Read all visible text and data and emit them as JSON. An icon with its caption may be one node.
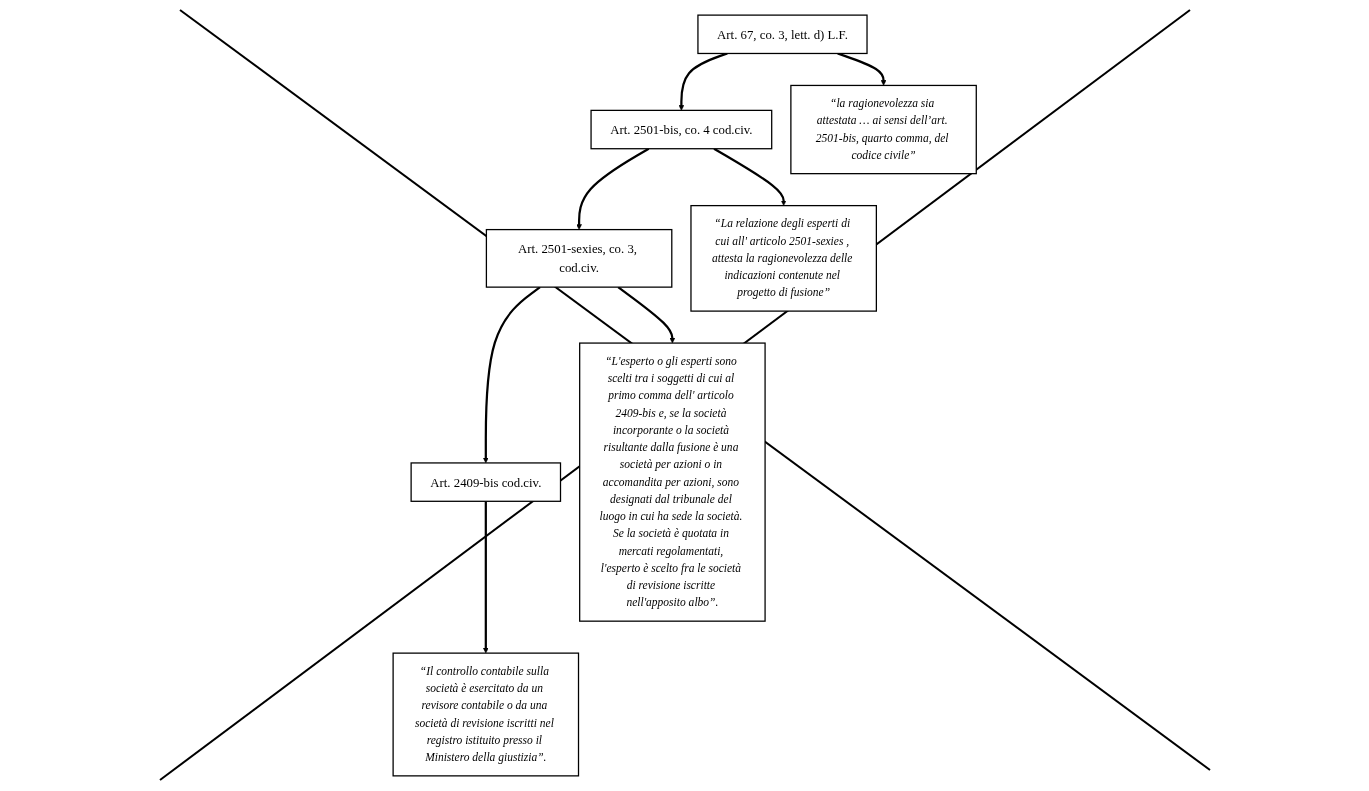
{
  "diagram": {
    "nodes": [
      {
        "text": [
          "Art. 67, co. 3, lett. d) L.F."
        ]
      },
      {
        "text": [
          "Art. 2501-bis, co. 4 cod.civ."
        ]
      },
      {
        "text": [
          "Art. 2501-sexies, co. 3, cod.civ."
        ]
      },
      {
        "text": [
          "Art. 2409-bis cod.civ."
        ]
      },
      {
        "text": [
          "“la ragionevolezza sia attestata … ai sensi dell’art. 2501-bis, quarto comma, del codice civile”"
        ]
      },
      {
        "text": [
          "“La relazione degli esperti di cui all' articolo 2501-sexies , attesta la ragionevolezza delle indicazioni contenute nel progetto di fusione”"
        ]
      },
      {
        "text": [
          "“L'esperto o gli esperti sono scelti tra i soggetti di cui al primo comma dell' articolo 2409-bis e, se la società incorporante o la società risultante dalla fusione è una società per azioni o in accomandita per azioni, sono designati dal tribunale del luogo in cui ha sede la società. Se la società è quotata in mercati regolamentati, l'esperto è scelto fra le società di revisione iscritte nell'apposito albo”."
        ]
      },
      {
        "text": [
          "“Il controllo contabile sulla società è esercitato da un revisore contabile o da una società di revisione iscritti nel registro istituito presso il Ministero della giustizia”."
        ]
      }
    ],
    "edges": [
      {
        "from": 0,
        "to": 1,
        "arrow": "to"
      },
      {
        "from": 1,
        "to": 2,
        "arrow": "to"
      },
      {
        "from": 2,
        "to": 3,
        "arrow": "to"
      },
      {
        "from": 0,
        "to": 4,
        "arrow": "to"
      },
      {
        "from": 1,
        "to": 5,
        "arrow": "to"
      },
      {
        "from": 2,
        "to": 6,
        "arrow": "to"
      },
      {
        "from": 3,
        "to": 7,
        "arrow": "to"
      }
    ]
  }
}
